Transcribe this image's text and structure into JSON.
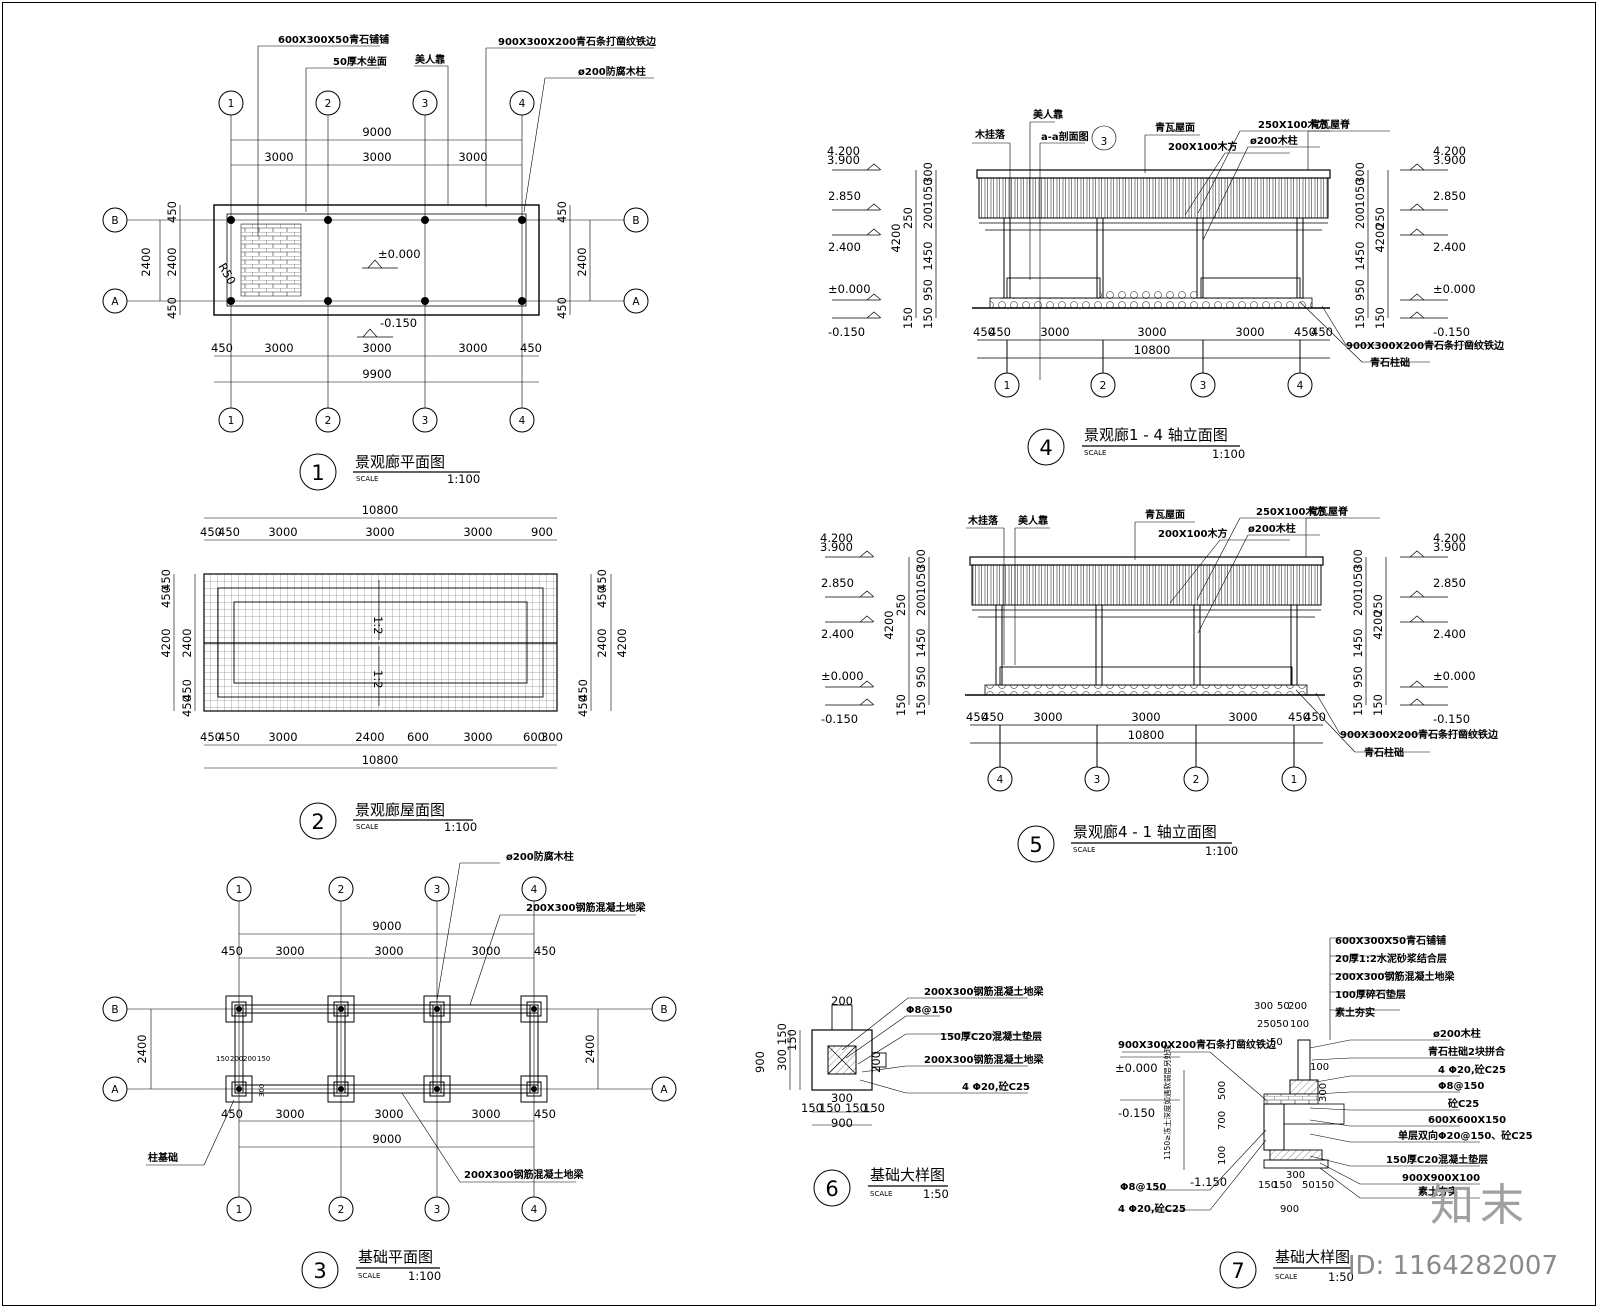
{
  "drawings": {
    "d1": {
      "num": "1",
      "title": "景观廊平面图",
      "scale_label": "SCALE",
      "scale": "1:100"
    },
    "d2": {
      "num": "2",
      "title": "景观廊屋面图",
      "scale_label": "SCALE",
      "scale": "1:100"
    },
    "d3": {
      "num": "3",
      "title": "基础平面图",
      "scale_label": "SCALE",
      "scale": "1:100"
    },
    "d4": {
      "num": "4",
      "title": "景观廊1 - 4 轴立面图",
      "scale_label": "SCALE",
      "scale": "1:100"
    },
    "d5": {
      "num": "5",
      "title": "景观廊4 - 1 轴立面图",
      "scale_label": "SCALE",
      "scale": "1:100"
    },
    "d6": {
      "num": "6",
      "title": "基础大样图",
      "scale_label": "SCALE",
      "scale": "1:50"
    },
    "d7": {
      "num": "7",
      "title": "基础大样图",
      "scale_label": "SCALE",
      "scale": "1:50"
    }
  },
  "axes": {
    "a1": "1",
    "a2": "2",
    "a3": "3",
    "a4": "4",
    "A": "A",
    "B": "B"
  },
  "plan": {
    "callouts": [
      "600X300X50青石铺铺",
      "50厚木坐面",
      "美人靠",
      "900X300X200青石条打凿纹铁边",
      "ø200防腐木柱"
    ],
    "dims": [
      "9000",
      "3000",
      "3000",
      "3000",
      "450",
      "3000",
      "3000",
      "3000",
      "450",
      "9900",
      "2400",
      "450",
      "450",
      "2400",
      "450",
      "450",
      "2400"
    ],
    "levels": [
      "±0.000",
      "-0.150"
    ],
    "r": "R50"
  },
  "roof": {
    "top": [
      "10800",
      "450",
      "450",
      "3000",
      "3000",
      "3000",
      "900"
    ],
    "bottom": [
      "450",
      "450",
      "3000",
      "2400",
      "600",
      "3000",
      "600",
      "300",
      "10800"
    ],
    "left": [
      "450",
      "450",
      "4200",
      "2400",
      "450",
      "450"
    ],
    "right": [
      "450",
      "450",
      "2400",
      "4200",
      "450",
      "450"
    ],
    "slope": "1:2"
  },
  "foundation": {
    "callouts": [
      "ø200防腐木柱",
      "200X300钢筋混凝土地梁",
      "柱基础",
      "200X300钢筋混凝土地梁"
    ],
    "dims": [
      "9000",
      "450",
      "3000",
      "3000",
      "3000",
      "450",
      "450",
      "3000",
      "3000",
      "3000",
      "450",
      "9000",
      "2400",
      "2400"
    ],
    "small": [
      "150",
      "200",
      "200",
      "150",
      "300"
    ]
  },
  "elev4": {
    "callouts": [
      "木挂落",
      "美人靠",
      "a-a剖面图",
      "青瓦屋面",
      "200X100木方",
      "250X100木方",
      "ø200木柱",
      "青瓦屋脊",
      "900X300X200青石条打凿纹铁边",
      "青石柱础"
    ],
    "levels": [
      "4.200",
      "3.900",
      "2.850",
      "2.400",
      "±0.000",
      "-0.150"
    ],
    "vdims": [
      "300",
      "1050",
      "250",
      "200",
      "1450",
      "950",
      "150",
      "4200"
    ],
    "hdims": [
      "450",
      "450",
      "3000",
      "3000",
      "3000",
      "450",
      "450",
      "10800"
    ],
    "badge": "3"
  },
  "elev5": {
    "callouts": [
      "木挂落",
      "美人靠",
      "青瓦屋面",
      "200X100木方",
      "250X100木方",
      "ø200木柱",
      "青瓦屋脊",
      "900X300X200青石条打凿纹铁边",
      "青石柱础"
    ],
    "levels": [
      "4.200",
      "3.900",
      "2.850",
      "2.400",
      "±0.000",
      "-0.150"
    ],
    "hdims": [
      "450",
      "450",
      "3000",
      "3000",
      "3000",
      "450",
      "450",
      "10800"
    ]
  },
  "detail6": {
    "callouts": [
      "200X300钢筋混凝土地梁",
      "Φ8@150",
      "150厚C20混凝土垫层",
      "200X300钢筋混凝土地梁",
      "4 Φ20,砼C25"
    ],
    "dims": [
      "200",
      "900",
      "150",
      "150",
      "300",
      "200",
      "300",
      "150",
      "150",
      "150",
      "150",
      "900"
    ]
  },
  "detail7": {
    "callouts_top": [
      "600X300X50青石铺铺",
      "20厚1:2水泥砂浆结合层",
      "200X300钢筋混凝土地梁",
      "100厚碎石垫层",
      "素土夯实"
    ],
    "callouts_right": [
      "ø200木柱",
      "青石柱础2块拼合",
      "4 Φ20,砼C25",
      "Φ8@150",
      "砼C25",
      "600X600X150",
      "单层双向Φ20@150、砼C25",
      "150厚C20混凝土垫层",
      "900X900X100",
      "素土夯实"
    ],
    "callouts_left": [
      "900X300X200青石条打凿纹铁边",
      "Φ8@150",
      "4 Φ20,砼C25"
    ],
    "levels": [
      "±0.000",
      "-0.150",
      "-1.150"
    ],
    "dims": [
      "300",
      "50",
      "200",
      "250",
      "50",
      "100",
      "50",
      "100",
      "300",
      "700",
      "500",
      "100",
      "150",
      "150",
      "300",
      "50",
      "150",
      "900"
    ],
    "vert_note": "1150≥冻土深度如遇软弱层另处理"
  },
  "watermark": {
    "brand": "知末",
    "id": "ID: 1164282007"
  }
}
